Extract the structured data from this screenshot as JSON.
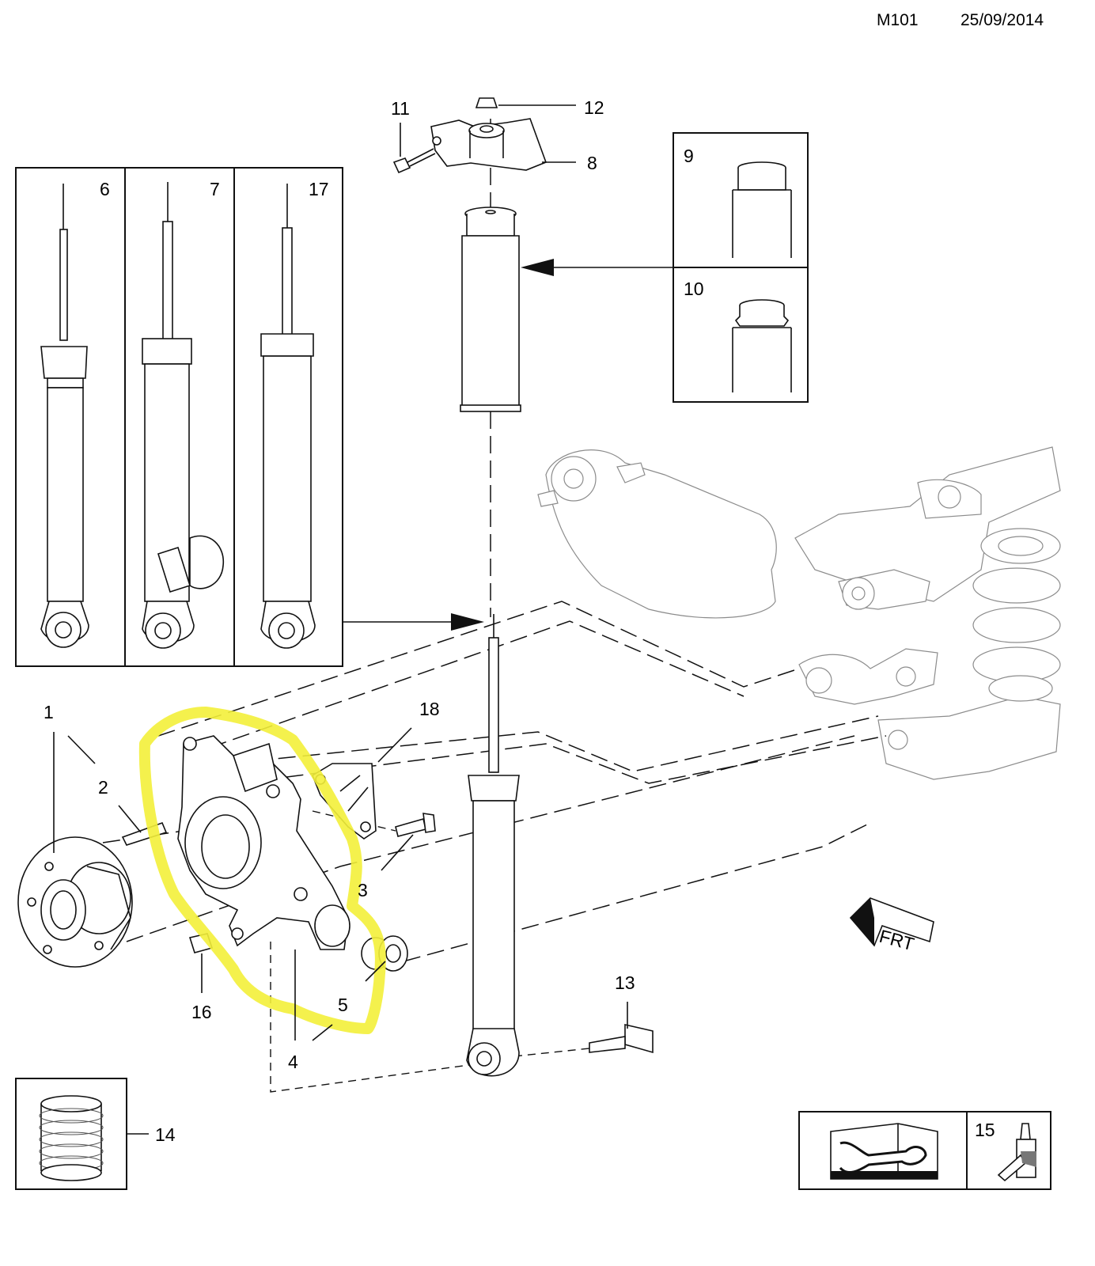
{
  "header": {
    "diagram_code": "M101",
    "date": "25/09/2014"
  },
  "callouts": {
    "c1": "1",
    "c2": "2",
    "c3": "3",
    "c4": "4",
    "c5": "5",
    "c6": "6",
    "c7": "7",
    "c8": "8",
    "c9": "9",
    "c10": "10",
    "c11": "11",
    "c12": "12",
    "c13": "13",
    "c14": "14",
    "c15": "15",
    "c16": "16",
    "c17": "17",
    "c18": "18"
  },
  "colors": {
    "highlight": "#f3f03a",
    "line": "#111111"
  },
  "icons": [
    "front-direction-arrow-icon",
    "manual-book-icon",
    "adhesive-bottle-icon"
  ]
}
